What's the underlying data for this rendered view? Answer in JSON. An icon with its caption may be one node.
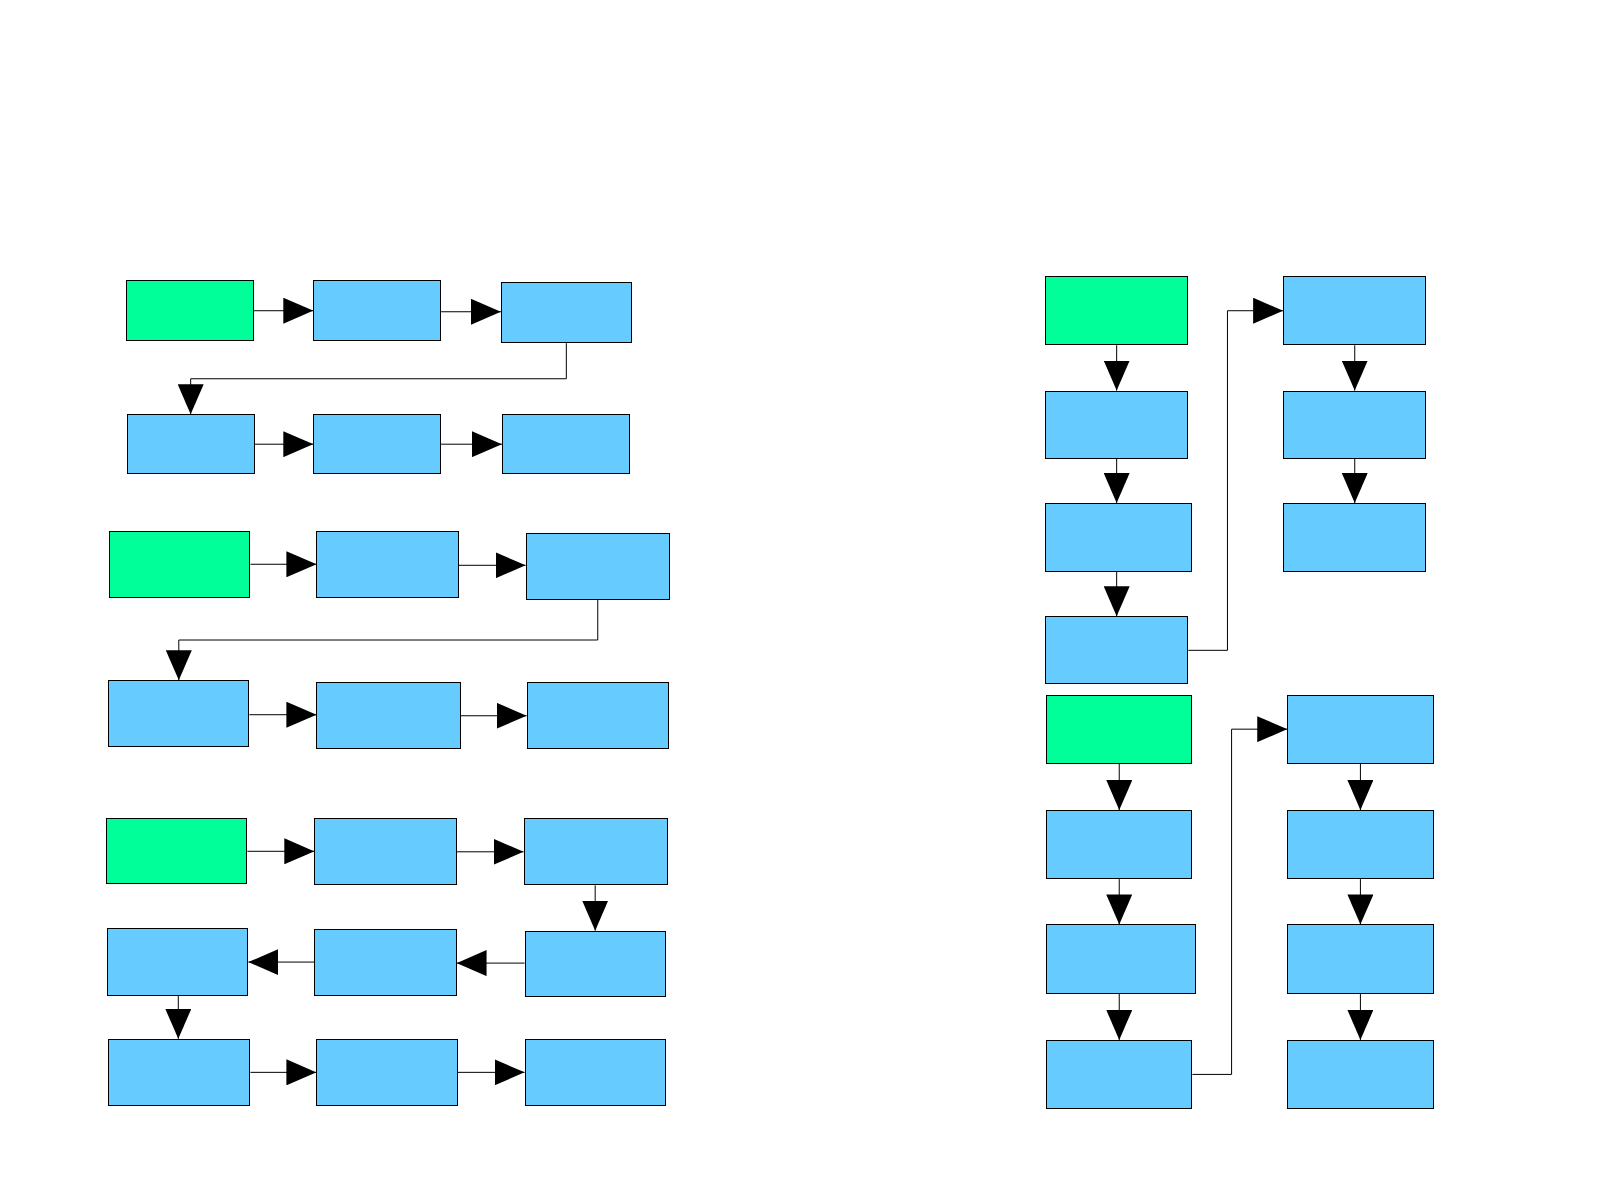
{
  "diagram": {
    "nodes": [
      {
        "text": [],
        "shape": "box"
      },
      {
        "text": [],
        "shape": "box"
      },
      {
        "text": [],
        "shape": "box"
      },
      {
        "text": [],
        "shape": "box"
      },
      {
        "text": [],
        "shape": "box"
      },
      {
        "text": [],
        "shape": "box"
      },
      {
        "text": [],
        "shape": "box"
      },
      {
        "text": [],
        "shape": "box"
      },
      {
        "text": [],
        "shape": "box"
      },
      {
        "text": [],
        "shape": "box"
      },
      {
        "text": [],
        "shape": "box"
      },
      {
        "text": [],
        "shape": "box"
      },
      {
        "text": [],
        "shape": "box"
      },
      {
        "text": [],
        "shape": "box"
      },
      {
        "text": [],
        "shape": "box"
      },
      {
        "text": [],
        "shape": "box"
      },
      {
        "text": [],
        "shape": "box"
      },
      {
        "text": [],
        "shape": "box"
      },
      {
        "text": [],
        "shape": "box"
      },
      {
        "text": [],
        "shape": "box"
      },
      {
        "text": [],
        "shape": "box"
      },
      {
        "text": [],
        "shape": "box"
      },
      {
        "text": [],
        "shape": "box"
      },
      {
        "text": [],
        "shape": "box"
      },
      {
        "text": [],
        "shape": "box"
      },
      {
        "text": [],
        "shape": "box"
      },
      {
        "text": [],
        "shape": "box"
      },
      {
        "text": [],
        "shape": "box"
      },
      {
        "text": [],
        "shape": "box"
      },
      {
        "text": [],
        "shape": "box"
      },
      {
        "text": [],
        "shape": "box"
      },
      {
        "text": [],
        "shape": "box"
      },
      {
        "text": [],
        "shape": "box"
      },
      {
        "text": [],
        "shape": "box"
      },
      {
        "text": [],
        "shape": "box"
      },
      {
        "text": [],
        "shape": "box"
      }
    ],
    "edges": [
      {
        "from": 0,
        "to": 1,
        "arrow": "to"
      },
      {
        "from": 1,
        "to": 2,
        "arrow": "to"
      },
      {
        "from": 2,
        "to": 3,
        "arrow": "to"
      },
      {
        "from": 3,
        "to": 4,
        "arrow": "to"
      },
      {
        "from": 4,
        "to": 5,
        "arrow": "to"
      },
      {
        "from": 6,
        "to": 7,
        "arrow": "to"
      },
      {
        "from": 7,
        "to": 8,
        "arrow": "to"
      },
      {
        "from": 8,
        "to": 9,
        "arrow": "to"
      },
      {
        "from": 9,
        "to": 10,
        "arrow": "to"
      },
      {
        "from": 10,
        "to": 11,
        "arrow": "to"
      },
      {
        "from": 12,
        "to": 13,
        "arrow": "to"
      },
      {
        "from": 13,
        "to": 14,
        "arrow": "to"
      },
      {
        "from": 14,
        "to": 15,
        "arrow": "to"
      },
      {
        "from": 15,
        "to": 16,
        "arrow": "to"
      },
      {
        "from": 16,
        "to": 17,
        "arrow": "to"
      },
      {
        "from": 17,
        "to": 18,
        "arrow": "to"
      },
      {
        "from": 18,
        "to": 19,
        "arrow": "to"
      },
      {
        "from": 19,
        "to": 20,
        "arrow": "to"
      },
      {
        "from": 21,
        "to": 22,
        "arrow": "to"
      },
      {
        "from": 22,
        "to": 23,
        "arrow": "to"
      },
      {
        "from": 23,
        "to": 24,
        "arrow": "to"
      },
      {
        "from": 24,
        "to": 25,
        "arrow": "to"
      },
      {
        "from": 25,
        "to": 26,
        "arrow": "to"
      },
      {
        "from": 26,
        "to": 27,
        "arrow": "to"
      },
      {
        "from": 28,
        "to": 29,
        "arrow": "to"
      },
      {
        "from": 29,
        "to": 30,
        "arrow": "to"
      },
      {
        "from": 30,
        "to": 31,
        "arrow": "to"
      },
      {
        "from": 31,
        "to": 32,
        "arrow": "to"
      },
      {
        "from": 32,
        "to": 33,
        "arrow": "to"
      },
      {
        "from": 33,
        "to": 34,
        "arrow": "to"
      },
      {
        "from": 34,
        "to": 35,
        "arrow": "to"
      }
    ]
  }
}
